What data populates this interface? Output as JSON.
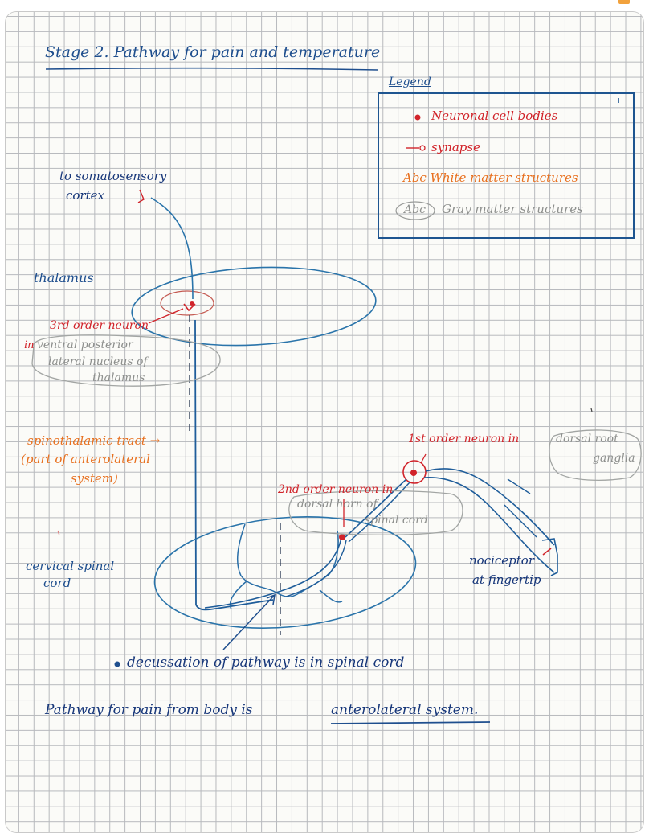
{
  "title": "Stage 2. Pathway for pain and temperature",
  "legend": {
    "heading": "Legend",
    "items": {
      "cell_bodies": "Neuronal cell bodies",
      "synapse": "synapse",
      "white_matter": "Abc White matter structures",
      "gray_matter_abbr": "Abc",
      "gray_matter": "Gray matter structures"
    }
  },
  "labels": {
    "cortex_line1": "to somatosensory",
    "cortex_line2": "cortex",
    "thalamus": "thalamus",
    "third_order": "3rd order neuron",
    "in": "in",
    "vpl_line1": "ventral posterior",
    "vpl_line2": "lateral nucleus of",
    "vpl_line3": "thalamus",
    "tract_line1": "spinothalamic tract →",
    "tract_line2": "(part of anterolateral",
    "tract_line3": "system)",
    "cervical_line1": "cervical spinal",
    "cervical_line2": "cord",
    "first_order": "1st order neuron in",
    "drg_line1": "dorsal root",
    "drg_line2": "ganglia",
    "second_order": "2nd order neuron in",
    "dorsal_horn_line1": "dorsal horn of",
    "dorsal_horn_line2": "spinal cord",
    "nociceptor_line1": "nociceptor",
    "nociceptor_line2": "at fingertip"
  },
  "notes": {
    "decussation": "decussation of pathway is in spinal cord",
    "anterolateral_prefix": "Pathway for pain from body is",
    "anterolateral_term": "anterolateral system."
  },
  "colors": {
    "ink_blue": "#1f4f8e",
    "nerve_blue": "#2a6fa8",
    "cell_red": "#d1232a",
    "white_matter_orange": "#e8701f",
    "gray_matter_gray": "#8d8f8d",
    "grid": "#b7b9bd"
  }
}
